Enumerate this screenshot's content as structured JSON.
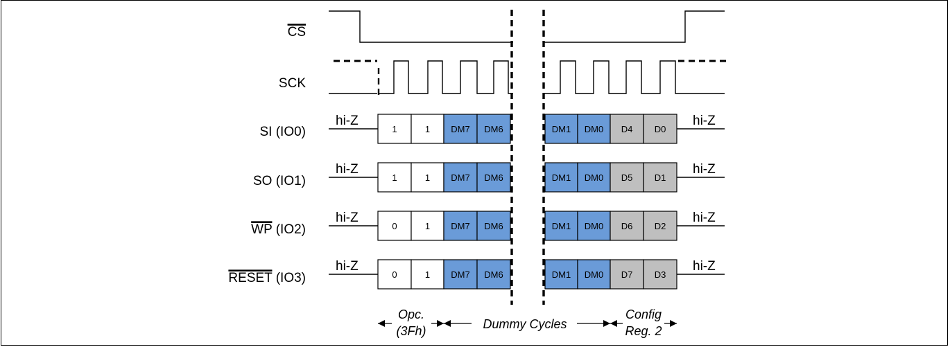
{
  "colors": {
    "dummy_fill": "#6A9BD8",
    "data_fill": "#BFBFBF",
    "opcode_fill": "#FFFFFF",
    "line": "#000000"
  },
  "signals": [
    {
      "label": "CS",
      "overbar": true,
      "suffix": ""
    },
    {
      "label": "SCK",
      "overbar": false,
      "suffix": ""
    },
    {
      "label": "SI (IO0)",
      "overbar": false,
      "suffix": ""
    },
    {
      "label": "SO (IO1)",
      "overbar": false,
      "suffix": ""
    },
    {
      "label": "WP",
      "overbar": true,
      "suffix": " (IO2)"
    },
    {
      "label": "RESET",
      "overbar": true,
      "suffix": " (IO3)"
    }
  ],
  "hiz_label": "hi-Z",
  "data_rows": [
    {
      "opcode": [
        "1",
        "1"
      ],
      "dummy_left": [
        "DM7",
        "DM6"
      ],
      "dummy_right": [
        "DM1",
        "DM0"
      ],
      "data": [
        "D4",
        "D0"
      ]
    },
    {
      "opcode": [
        "1",
        "1"
      ],
      "dummy_left": [
        "DM7",
        "DM6"
      ],
      "dummy_right": [
        "DM1",
        "DM0"
      ],
      "data": [
        "D5",
        "D1"
      ]
    },
    {
      "opcode": [
        "0",
        "1"
      ],
      "dummy_left": [
        "DM7",
        "DM6"
      ],
      "dummy_right": [
        "DM1",
        "DM0"
      ],
      "data": [
        "D6",
        "D2"
      ]
    },
    {
      "opcode": [
        "0",
        "1"
      ],
      "dummy_left": [
        "DM7",
        "DM6"
      ],
      "dummy_right": [
        "DM1",
        "DM0"
      ],
      "data": [
        "D7",
        "D3"
      ]
    }
  ],
  "phases": {
    "opcode": [
      "Opc.",
      "(3Fh)"
    ],
    "dummy": "Dummy Cycles",
    "config": [
      "Config",
      "Reg. 2"
    ]
  }
}
